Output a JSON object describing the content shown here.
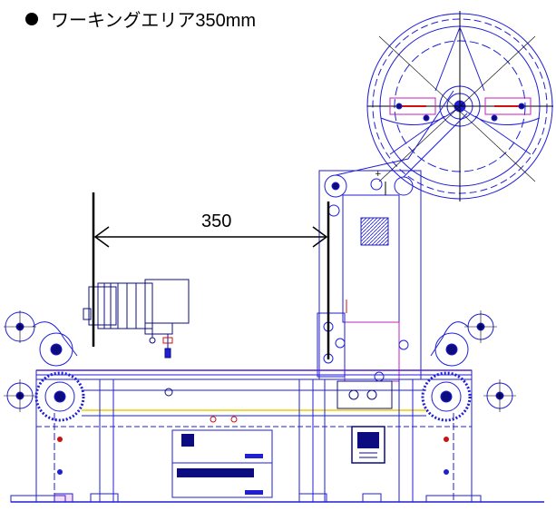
{
  "heading": {
    "bullet_icon": "filled-circle",
    "text": "ワーキングエリア350mm"
  },
  "dimension": {
    "label": "350"
  },
  "colors": {
    "line_blue": "#1f1fd6",
    "line_navy": "#0c0c80",
    "accent_magenta": "#c020c0",
    "accent_red": "#d01010",
    "accent_yellow": "#e8d000",
    "accent_green": "#1a9a1a",
    "dimension_black": "#000000"
  }
}
